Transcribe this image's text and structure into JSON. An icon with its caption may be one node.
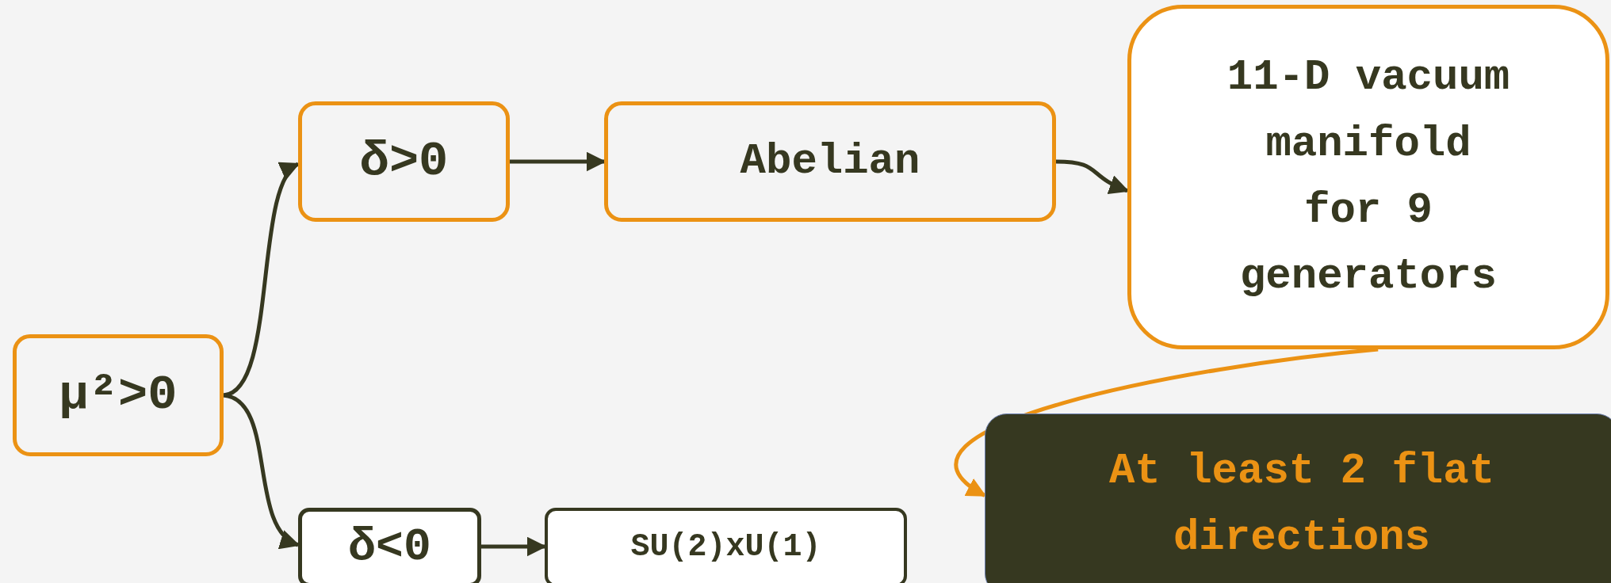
{
  "diagram": {
    "nodes": [
      {
        "text": [
          "μ²>0"
        ]
      },
      {
        "text": [
          "δ>0"
        ]
      },
      {
        "text": [
          "Abelian"
        ]
      },
      {
        "text": [
          "11-D vacuum manifold for 9 generators"
        ]
      },
      {
        "text": [
          "δ<0"
        ]
      },
      {
        "text": [
          "SU(2)xU(1)"
        ]
      },
      {
        "text": [
          "At least 2 flat directions"
        ]
      }
    ],
    "edges": [
      {
        "from": 0,
        "to": 1,
        "arrow": "to"
      },
      {
        "from": 0,
        "to": 4,
        "arrow": "to"
      },
      {
        "from": 1,
        "to": 2,
        "arrow": "to"
      },
      {
        "from": 2,
        "to": 3,
        "arrow": "to"
      },
      {
        "from": 4,
        "to": 5,
        "arrow": "to"
      },
      {
        "from": 3,
        "to": 6,
        "arrow": "to",
        "color": "#eb9214"
      }
    ]
  }
}
